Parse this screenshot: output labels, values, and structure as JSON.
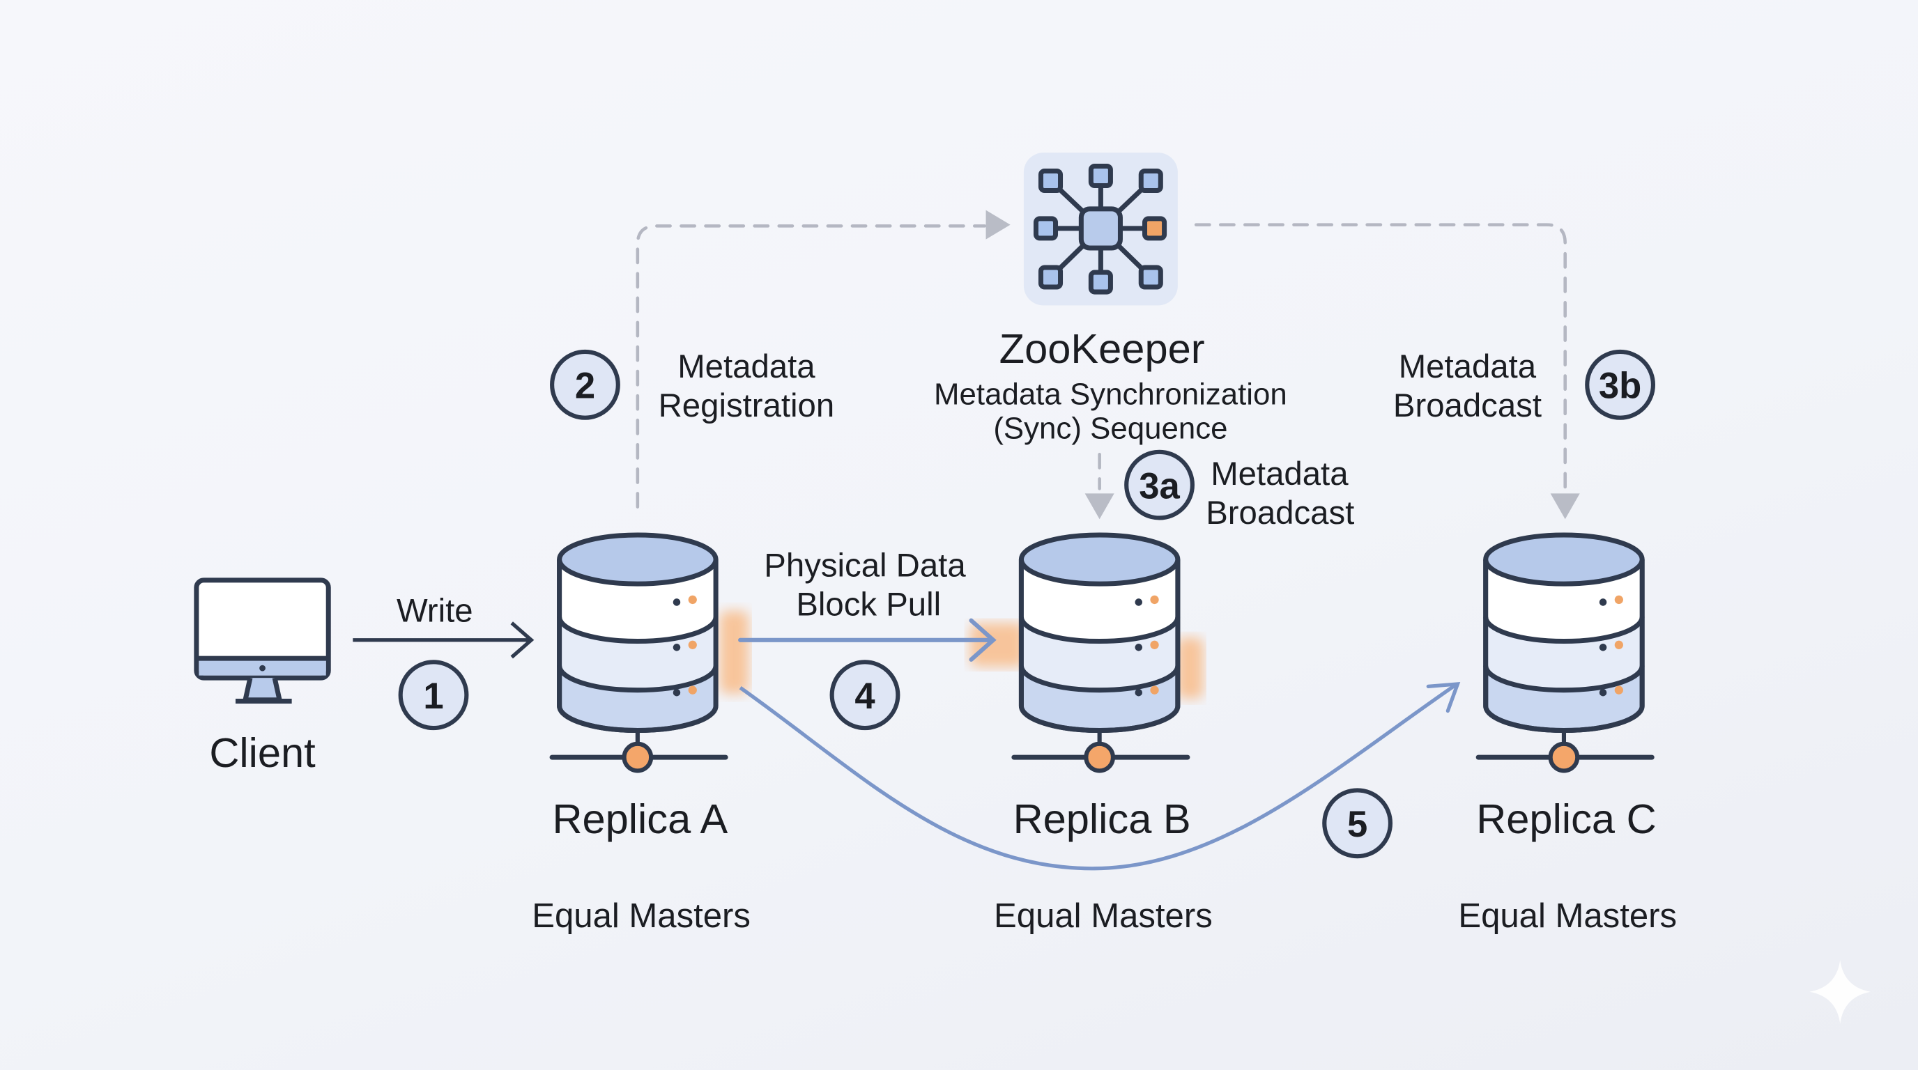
{
  "client": {
    "label": "Client"
  },
  "write": {
    "label": "Write",
    "step": "1"
  },
  "zookeeper": {
    "title": "ZooKeeper",
    "subtitle_line1": "Metadata Synchronization",
    "subtitle_line2": "(Sync) Sequence"
  },
  "step2": {
    "step": "2",
    "line1": "Metadata",
    "line2": "Registration"
  },
  "step3a": {
    "step": "3a",
    "line1": "Metadata",
    "line2": "Broadcast"
  },
  "step3b": {
    "step": "3b",
    "line1": "Metadata",
    "line2": "Broadcast"
  },
  "step4": {
    "step": "4",
    "line1": "Physical Data",
    "line2": "Block Pull"
  },
  "step5": {
    "step": "5"
  },
  "replicas": [
    {
      "name": "Replica A",
      "role": "Equal Masters"
    },
    {
      "name": "Replica B",
      "role": "Equal Masters"
    },
    {
      "name": "Replica C",
      "role": "Equal Masters"
    }
  ],
  "colors": {
    "outline": "#2f3a4e",
    "fill_blue": "#c3d2ee",
    "accent_orange": "#f4a66a",
    "flow_blue": "#7b96c9",
    "dashed_gray": "#b4b7c2"
  }
}
